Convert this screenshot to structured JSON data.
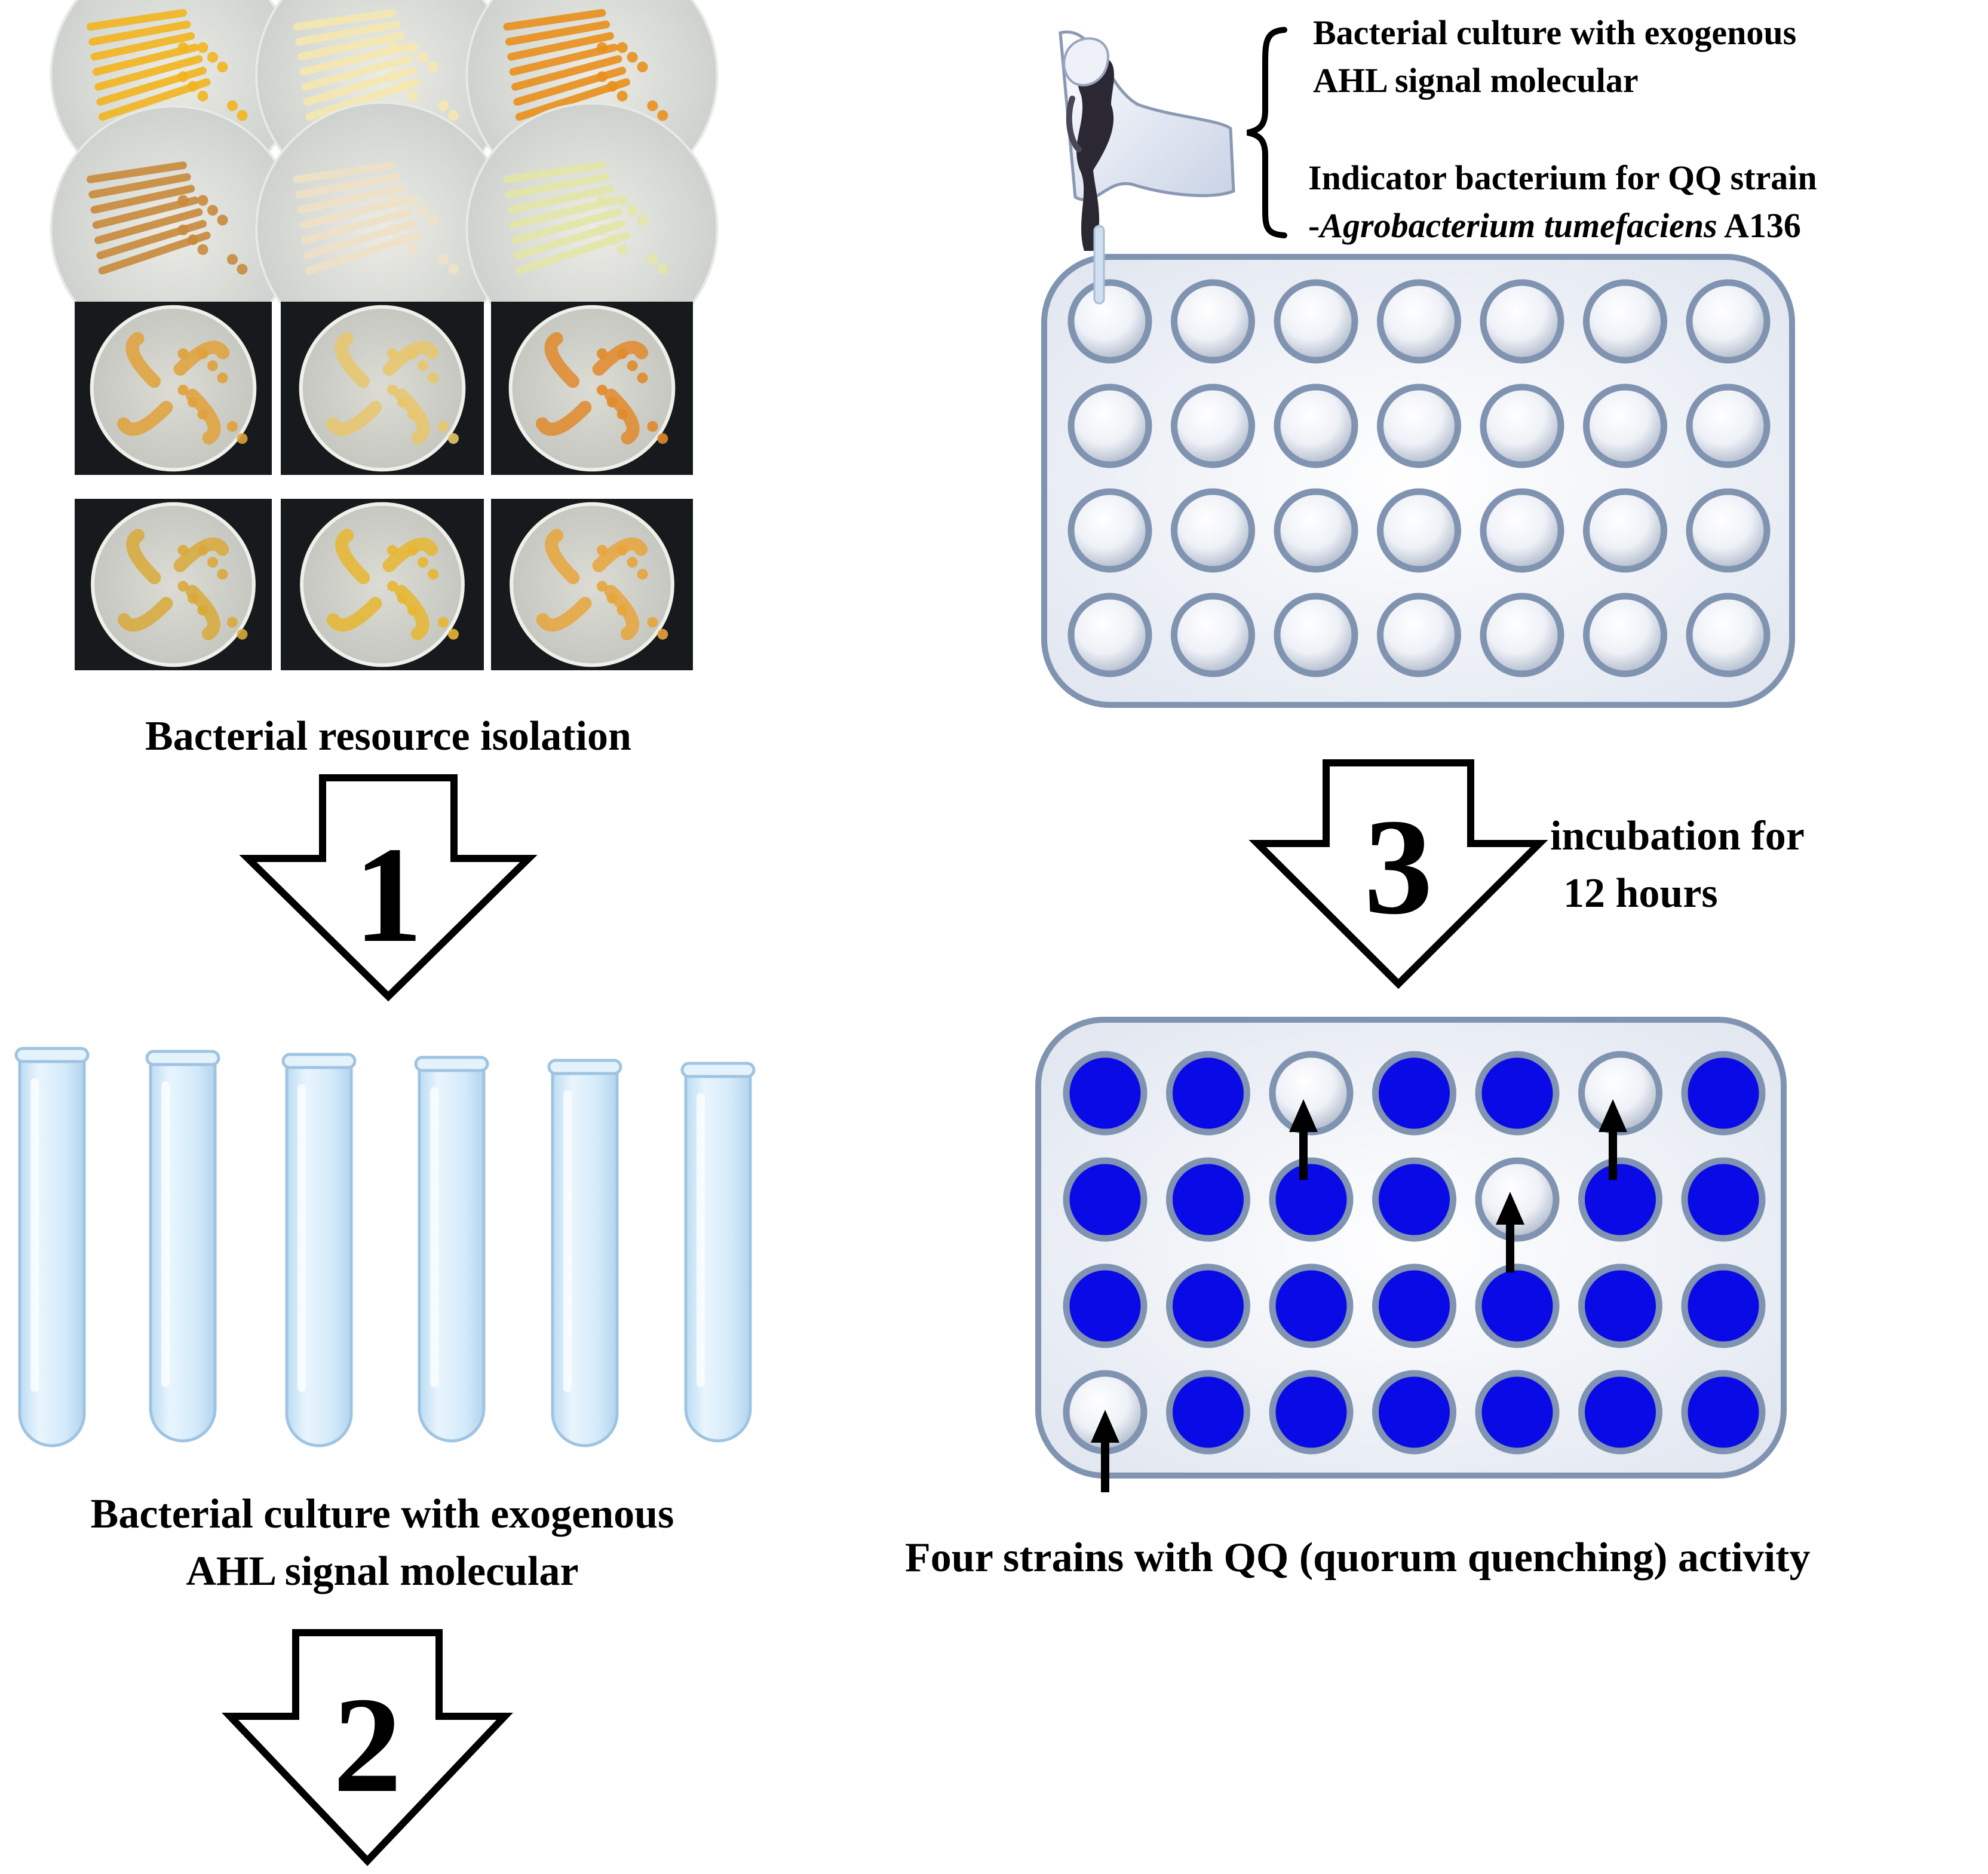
{
  "diagram": {
    "steps": [
      {
        "number": "1"
      },
      {
        "number": "2"
      },
      {
        "number": "3",
        "note_lines": [
          "incubation for",
          "12 hours"
        ]
      }
    ],
    "isolation_caption": "Bacterial resource isolation",
    "culture_caption_lines": [
      "Bacterial culture with exogenous",
      "AHL signal molecular"
    ],
    "dropper_labels": {
      "culture_lines": [
        "Bacterial culture with exogenous",
        "AHL signal molecular"
      ],
      "indicator_line1": "Indicator bacterium for QQ strain",
      "indicator_prefix": "-",
      "indicator_species": "Agrobacterium tumefaciens",
      "indicator_strain": " A136"
    },
    "result_caption": "Four strains with QQ (quorum quenching) activity",
    "plate": {
      "rows": 4,
      "cols": 7
    },
    "qq_positive_wells": [
      [
        0,
        2
      ],
      [
        0,
        5
      ],
      [
        1,
        4
      ],
      [
        3,
        0
      ]
    ],
    "tube_count": 6,
    "plate_photo_grid": {
      "rows": 4,
      "cols": 3
    },
    "colors": {
      "blue_well": "#0a0ae6",
      "plate_border": "#8093b0",
      "tube_fill": "#d7ecfb",
      "tube_border": "#9fc4e2",
      "dark_dish_bg": "#161a1c"
    }
  }
}
